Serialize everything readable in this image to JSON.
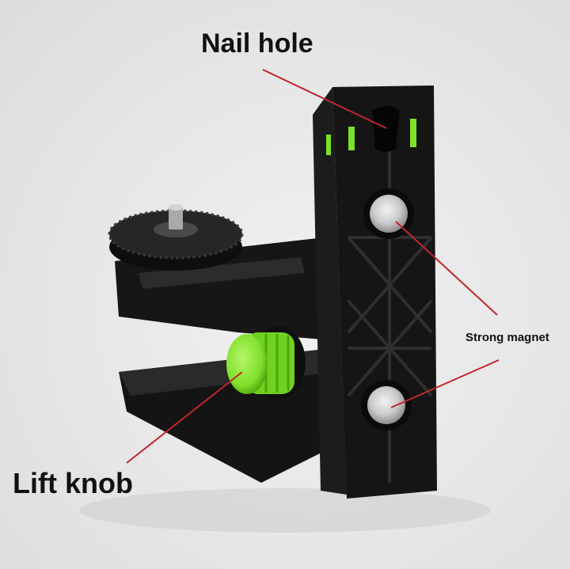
{
  "image": {
    "description_labels": {
      "nail_hole": "Nail hole",
      "strong_magnet": "Strong magnet",
      "lift_knob": "Lift knob"
    },
    "colors": {
      "background": "#e6e6e6",
      "bracket_body": "#121212",
      "accent_green": "#7ee02a",
      "magnet_silver": "#c9c9c9",
      "callout_line": "#c0262c",
      "label_text": "#111111"
    }
  }
}
